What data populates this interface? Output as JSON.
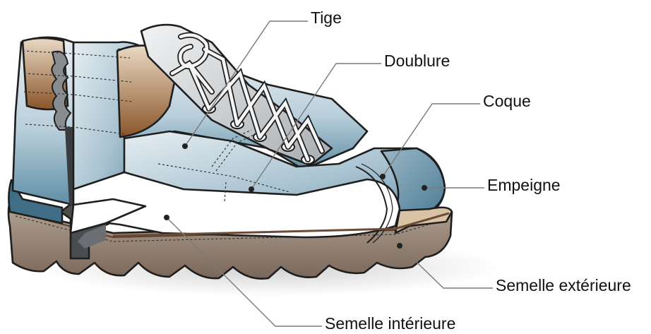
{
  "labels": {
    "tige": "Tige",
    "doublure": "Doublure",
    "coque": "Coque",
    "empeigne": "Empeigne",
    "semelle_exterieure": "Semelle extérieure",
    "semelle_interieure": "Semelle intérieure"
  },
  "colors": {
    "leather_brown": "#8c5a2e",
    "upper_blue": "#7fa5b8",
    "lining_white": "#ffffff",
    "toe_cap_tan": "#d8c3a5",
    "outsole_brown": "#8c7a6b",
    "outline": "#1e1e1e",
    "leader_gray": "#7a7a7a"
  }
}
